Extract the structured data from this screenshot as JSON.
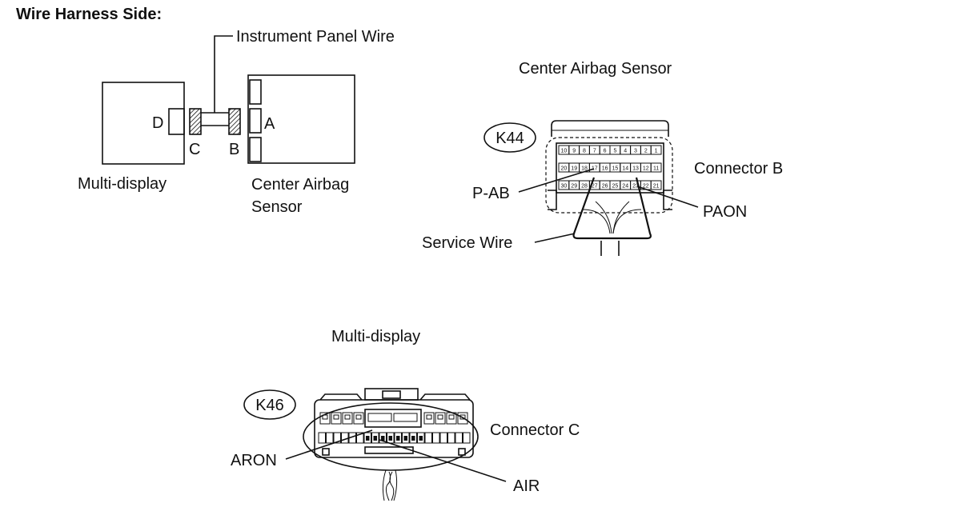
{
  "heading": "Wire Harness Side:",
  "overview": {
    "wire_label": "Instrument Panel Wire",
    "multi_display": {
      "label": "Multi-display",
      "connector": "D"
    },
    "instrument_panel_wire": {
      "end_c": "C",
      "end_b": "B"
    },
    "center_airbag_sensor": {
      "label_line1": "Center Airbag",
      "label_line2": "Sensor",
      "connector": "A"
    }
  },
  "connector_b": {
    "title": "Center Airbag Sensor",
    "code": "K44",
    "label": "Connector B",
    "pin_rows": [
      [
        "10",
        "9",
        "8",
        "7",
        "6",
        "5",
        "4",
        "3",
        "2",
        "1"
      ],
      [
        "20",
        "19",
        "18",
        "17",
        "16",
        "15",
        "14",
        "13",
        "12",
        "11"
      ],
      [
        "30",
        "29",
        "28",
        "27",
        "26",
        "25",
        "24",
        "23",
        "22",
        "21"
      ]
    ],
    "callouts": {
      "p_ab": "P-AB",
      "paon": "PAON",
      "service_wire": "Service Wire"
    }
  },
  "connector_c": {
    "title": "Multi-display",
    "code": "K46",
    "label": "Connector C",
    "callouts": {
      "aron": "ARON",
      "air": "AIR"
    }
  },
  "colors": {
    "line": "#111111",
    "background": "#ffffff"
  }
}
